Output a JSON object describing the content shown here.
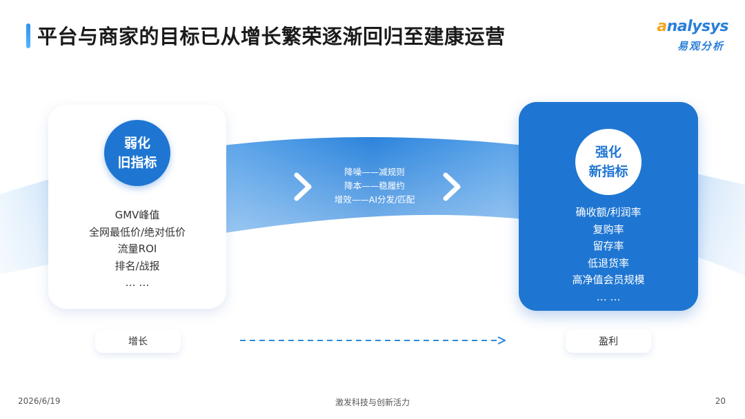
{
  "header": {
    "title": "平台与商家的目标已从增长繁荣逐渐回归至建康运营",
    "logo_en_initial": "a",
    "logo_en_rest": "nalysys",
    "logo_cn": "易观分析"
  },
  "left_card": {
    "badge_line1": "弱化",
    "badge_line2": "旧指标",
    "items": [
      "GMV峰值",
      "全网最低价/绝对低价",
      "流量ROI",
      "排名/战报",
      "… …"
    ],
    "pill_label": "增长"
  },
  "right_card": {
    "badge_line1": "强化",
    "badge_line2": "新指标",
    "items": [
      "确收额/利润率",
      "复购率",
      "留存率",
      "低退货率",
      "高净值会员规模",
      "… …"
    ],
    "pill_label": "盈利"
  },
  "middle": {
    "lines": [
      "降噪——减规则",
      "降本——稳履约",
      "增效——AI分发/匹配"
    ]
  },
  "footer": {
    "date": "2026/6/19",
    "slogan": "激发科技与创新活力",
    "page": "20"
  },
  "colors": {
    "primary": "#1f76d2",
    "band_light": "#e3f0fc",
    "band_mid": "#6fb0ec",
    "accent": "#f5a623"
  }
}
